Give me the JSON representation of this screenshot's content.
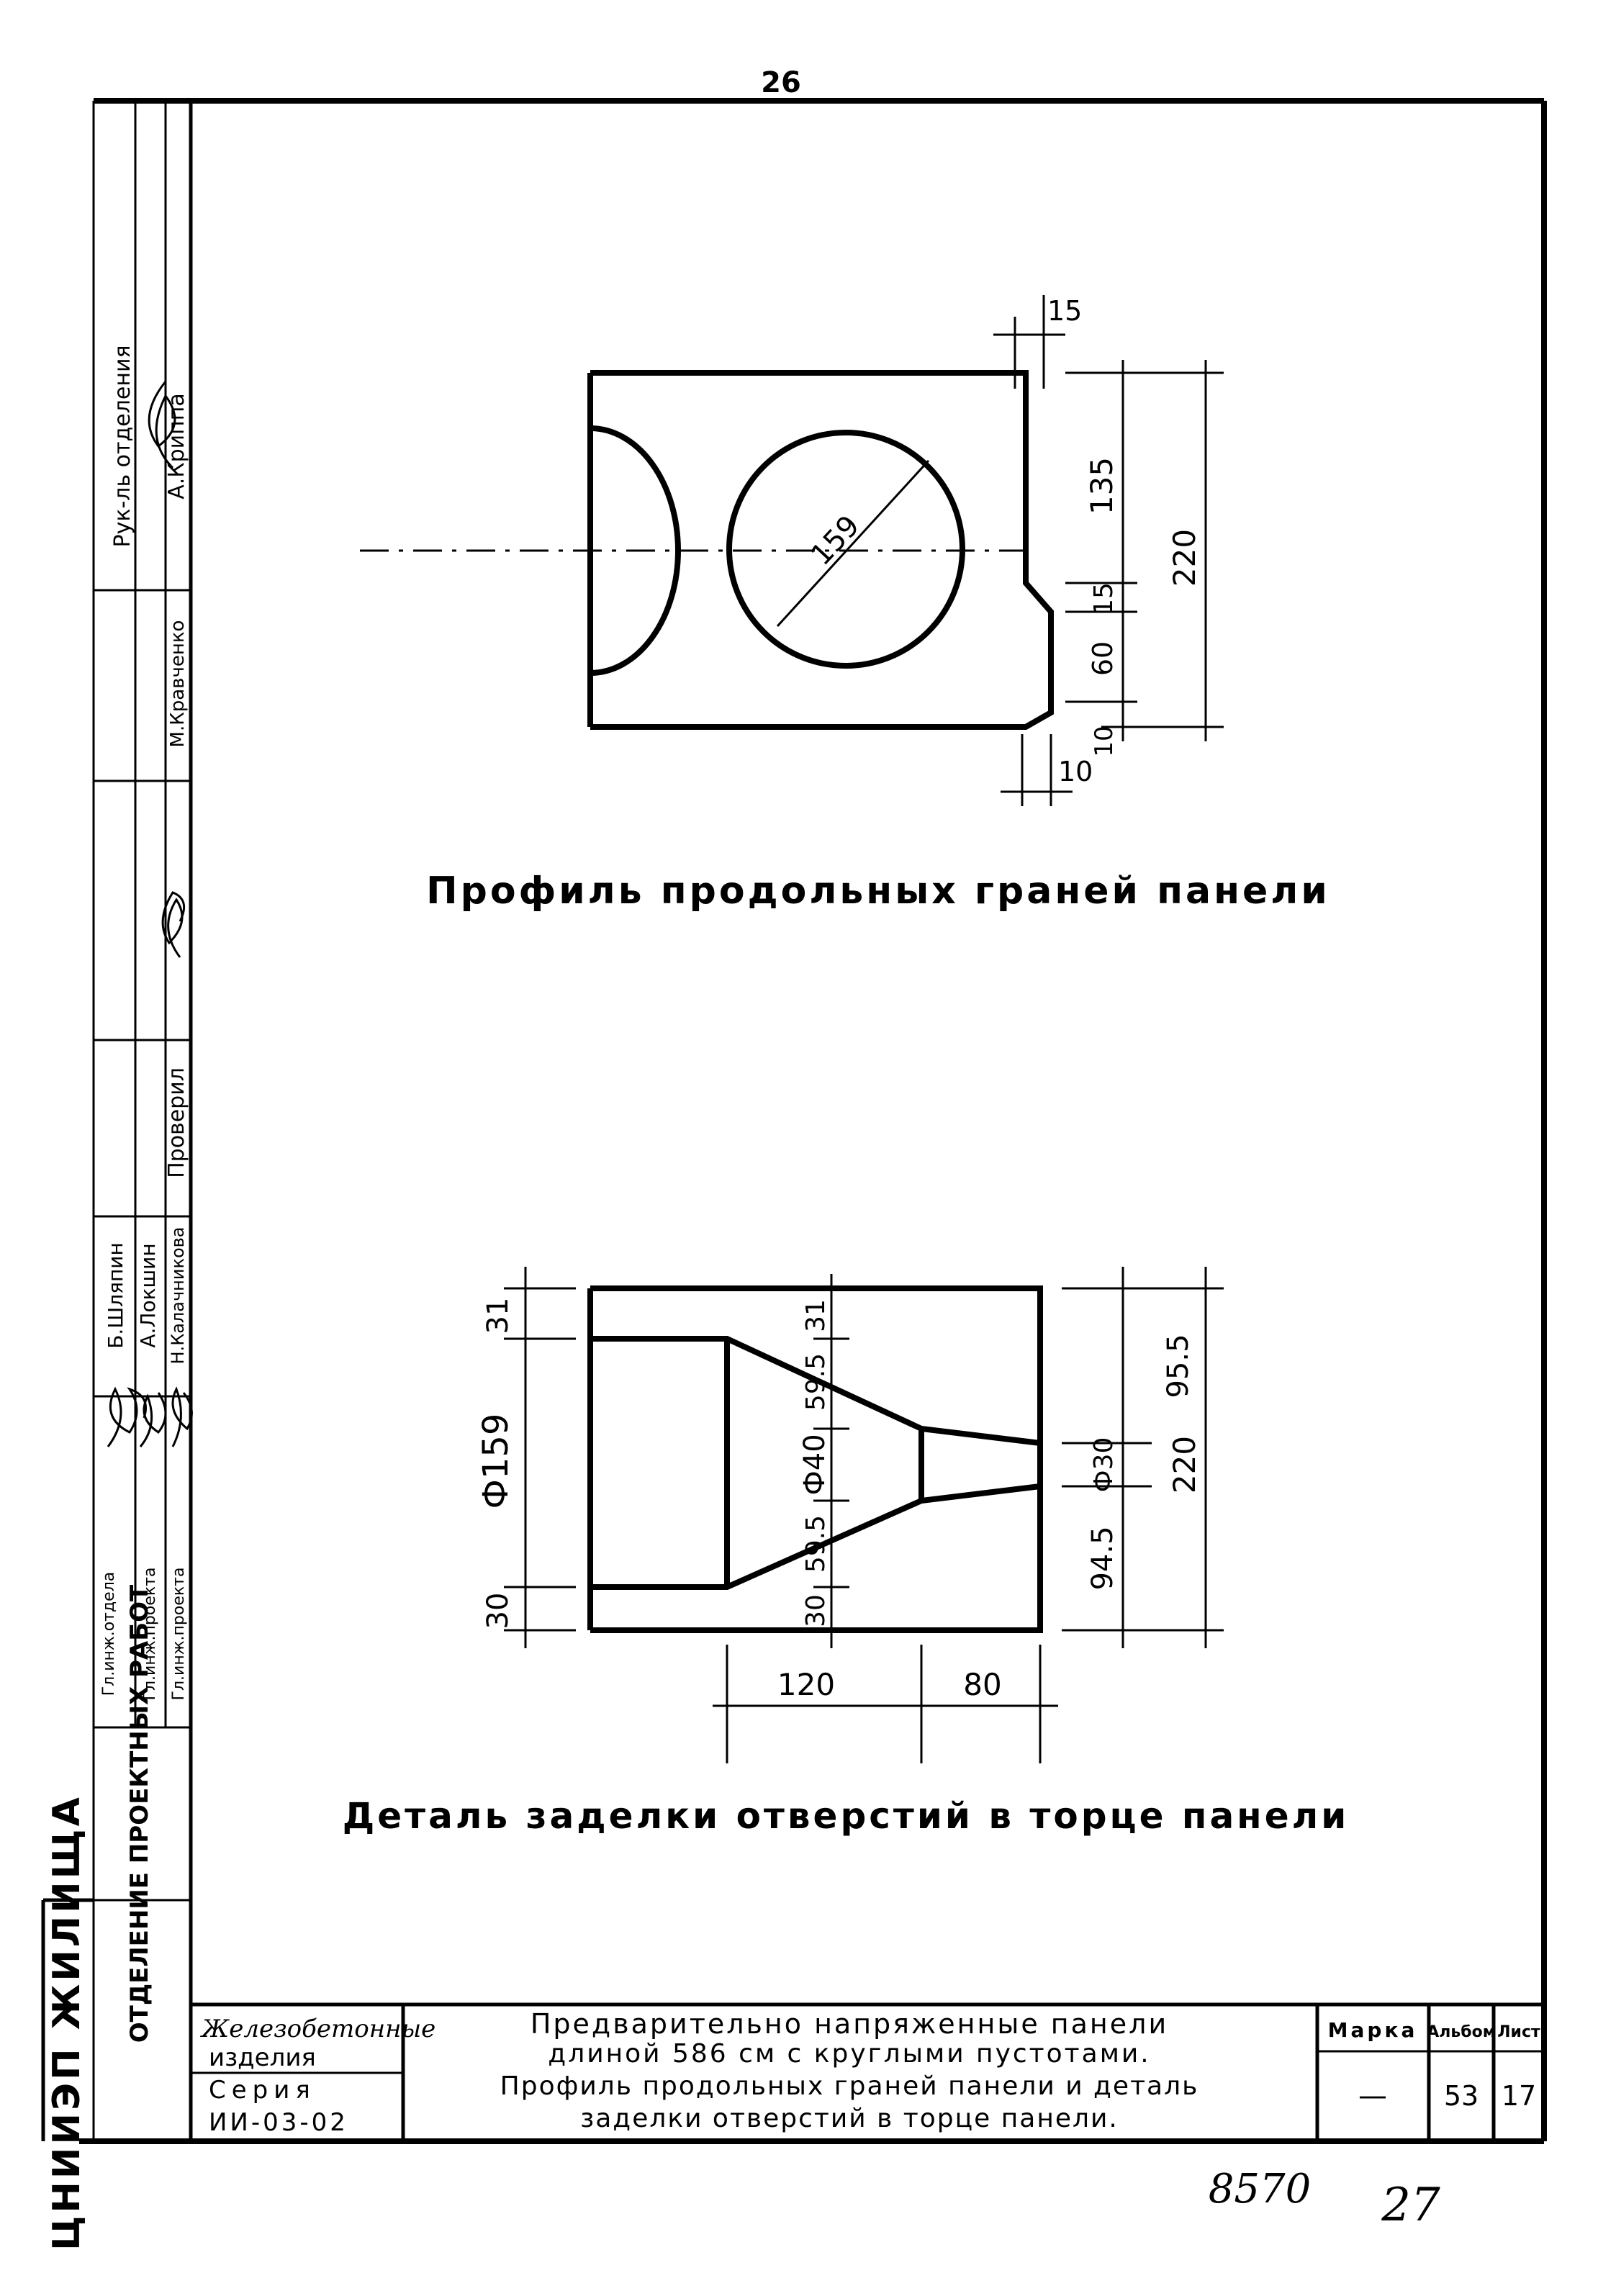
{
  "page_number": "26",
  "sheet_number_handwritten": "27",
  "inventory_number": "8570",
  "stamp": {
    "org_main": "ЦНИИЭП ЖИЛИЩА",
    "org_dept": "ОТДЕЛЕНИЕ ПРОЕКТНЫХ РАБОТ",
    "roles": [
      "Гл.инж.отдела",
      "Гл.инж.проекта",
      "Гл.инж.проекта",
      "Проверил"
    ],
    "names": [
      "Б.Шляпин",
      "А.Локшин",
      "Н.Калачникова",
      "М.Кравченко"
    ],
    "head_role": "Рук-ль отделения",
    "head_name": "А.Криппа"
  },
  "figure1": {
    "title": "Профиль продольных граней панели",
    "dims": {
      "top_notch": "15",
      "bottom_notch": "10",
      "diameter": "159",
      "d135": "135",
      "d15": "15",
      "d60": "60",
      "d10": "10",
      "total": "220"
    }
  },
  "figure2": {
    "title": "Деталь заделки отверстий в торце панели",
    "dims": {
      "left_top": "31",
      "left_bottom": "30",
      "phi159": "Ф159",
      "mid_top": "59.5",
      "mid_top2": "31",
      "phi40": "Ф40",
      "mid_bottom": "59.5",
      "mid_bottom2": "30",
      "phi30": "Ф30",
      "r95": "95.5",
      "r94": "94.5",
      "total": "220",
      "w120": "120",
      "w80": "80"
    }
  },
  "title_block": {
    "category_line1": "Железобетонные",
    "category_line2": "изделия",
    "series_label": "Серия",
    "series_value": "ИИ-03-02",
    "title_line1": "Предварительно напряженные панели",
    "title_line2": "длиной 586 см с круглыми пустотами.",
    "title_line3": "Профиль продольных граней панели и деталь",
    "title_line4": "заделки отверстий в торце панели.",
    "mark_label": "Марка",
    "mark_value": "—",
    "album_label": "Альбом",
    "album_value": "53",
    "sheet_label": "Лист",
    "sheet_value": "17"
  }
}
